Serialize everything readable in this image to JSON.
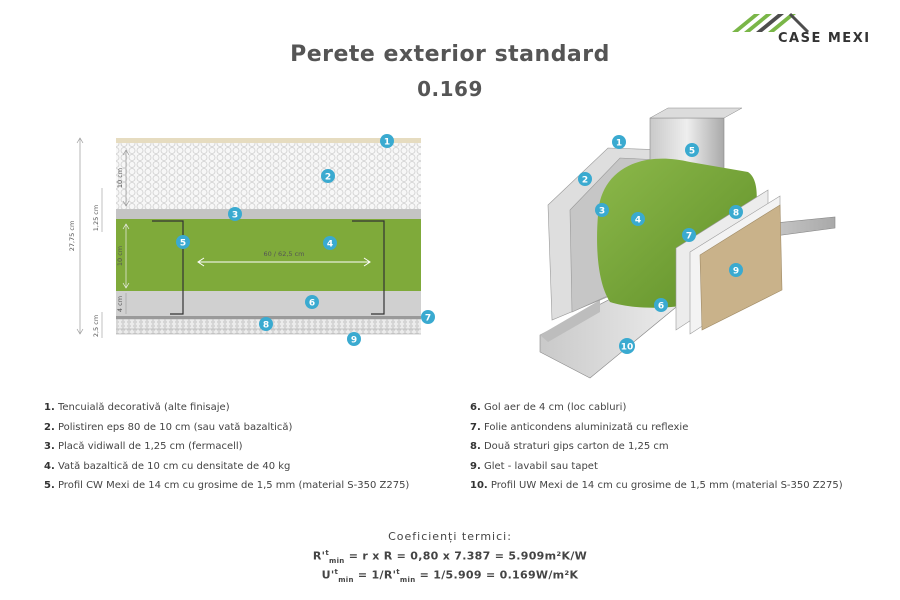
{
  "brand": {
    "name": "CASE MEXI",
    "colors": {
      "green": "#7ab648",
      "gray": "#4d4d4d"
    }
  },
  "title": "Perete exterior standard",
  "subtitle": "0.169",
  "section": {
    "dimensions": {
      "total": "27,75 cm",
      "eps": "10 cm",
      "vidiwall": "1,25 cm",
      "wool": "10 cm",
      "air": "4 cm",
      "gips": "2,5 cm",
      "profile_spacing": "60 / 62,5 cm"
    }
  },
  "markers": [
    "1",
    "2",
    "3",
    "4",
    "5",
    "6",
    "7",
    "8",
    "9",
    "10"
  ],
  "legend_left": [
    {
      "num": "1.",
      "text": "Tencuială decorativă (alte finisaje)"
    },
    {
      "num": "2.",
      "text": "Polistiren eps 80 de 10 cm (sau vată bazaltică)"
    },
    {
      "num": "3.",
      "text": "Placă vidiwall de 1,25 cm (fermacell)"
    },
    {
      "num": "4.",
      "text": "Vată bazaltică de 10 cm cu densitate de 40 kg"
    },
    {
      "num": "5.",
      "text": "Profil CW Mexi de 14 cm cu grosime de 1,5 mm (material S-350 Z275)"
    }
  ],
  "legend_right": [
    {
      "num": "6.",
      "text": "Gol aer de 4 cm (loc cabluri)"
    },
    {
      "num": "7.",
      "text": "Folie anticondens aluminizată cu reflexie"
    },
    {
      "num": "8.",
      "text": "Două straturi gips carton de 1,25 cm"
    },
    {
      "num": "9.",
      "text": "Glet - lavabil sau tapet"
    },
    {
      "num": "10.",
      "text": "Profil UW Mexi de 14 cm cu grosime de 1,5 mm (material S-350 Z275)"
    }
  ],
  "coefficients": {
    "title": "Coeficienți termici:",
    "f1": {
      "lhs": "R'",
      "lhs_sup": "t",
      "lhs_sub": "min",
      "rhs": " = r x R = 0,80 x 7.387 = 5.909m²K/W"
    },
    "f2": {
      "lhs": "U'",
      "lhs_sup": "t",
      "lhs_sub": "min",
      "mid": " = 1/R'",
      "mid_sup": "t",
      "mid_sub": "min",
      "rhs": " = 1/5.909 = 0.169W/m²K"
    }
  },
  "icons": [
    "house-roof-logo",
    "number-marker"
  ]
}
